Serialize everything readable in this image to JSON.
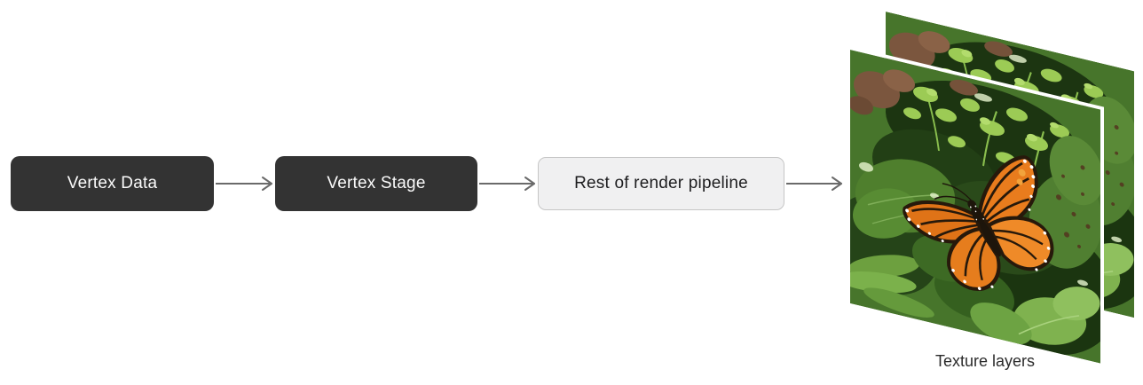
{
  "diagram": {
    "nodes": [
      {
        "label": "Vertex Data",
        "style": "dark"
      },
      {
        "label": "Vertex Stage",
        "style": "dark"
      },
      {
        "label": "Rest of render pipeline",
        "style": "light"
      }
    ],
    "connections": [
      {
        "from": "Vertex Data",
        "to": "Vertex Stage"
      },
      {
        "from": "Vertex Stage",
        "to": "Rest of render pipeline"
      },
      {
        "from": "Rest of render pipeline",
        "to": "Texture layers"
      }
    ],
    "texture": {
      "caption": "Texture layers",
      "layer_count": 2,
      "image_description": "monarch butterfly with open orange and black wings resting on sunlit green foliage"
    }
  },
  "colors": {
    "canvas_bg": "#ffffff",
    "node_dark_bg": "#333333",
    "node_dark_text": "#fafafa",
    "node_light_bg": "#f0f0f1",
    "node_light_border": "#c6c6c6",
    "node_light_text": "#1d1d1f",
    "arrow": "#6a6a6a",
    "caption_text": "#2b2b2b",
    "layer_separator": "#ffffff",
    "butterfly_orange": "#e97c1d",
    "foliage_green": "#47752b"
  }
}
